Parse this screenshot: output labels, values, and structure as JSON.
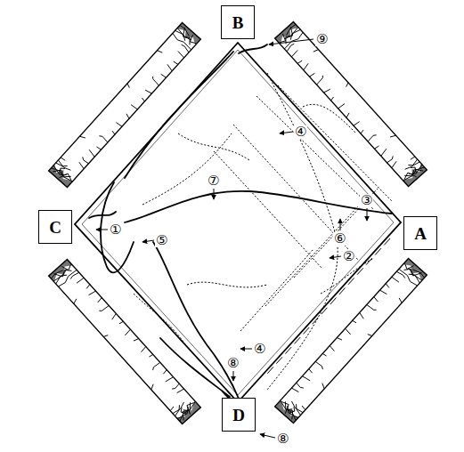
{
  "diagram": {
    "nodes": [
      {
        "text": [
          "B"
        ]
      },
      {
        "text": [
          "C"
        ]
      },
      {
        "text": [
          "A"
        ]
      },
      {
        "text": [
          "D"
        ]
      }
    ],
    "labels": [
      "⑨",
      "④",
      "⑦",
      "③",
      "①",
      "⑥",
      "⑤",
      "②",
      "④",
      "⑧",
      "⑧"
    ]
  }
}
